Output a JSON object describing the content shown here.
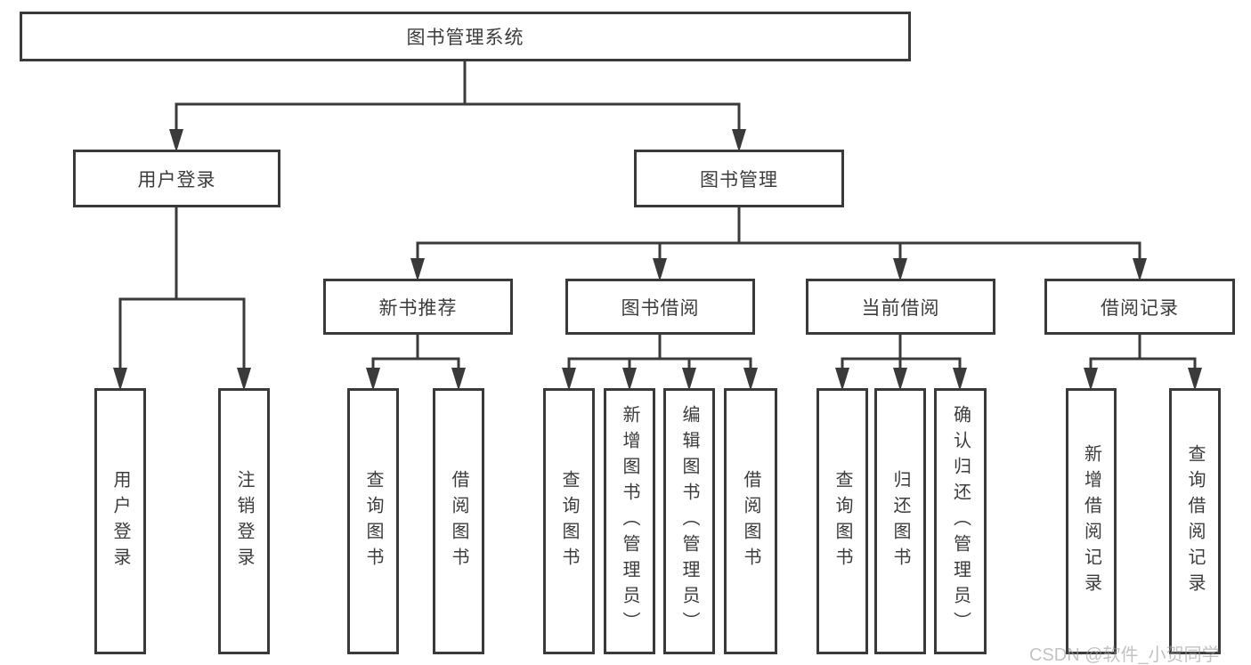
{
  "colors": {
    "line": "#3a3a3a",
    "text": "#3c3c3c",
    "box_background": "#ffffff",
    "watermark": "#b5b5b5"
  },
  "watermark": {
    "text": "CSDN @软件_小贺同学"
  },
  "tree": {
    "root": {
      "label": "图书管理系统"
    },
    "branches": [
      {
        "label": "用户登录",
        "children": [
          {
            "label": "用户登录"
          },
          {
            "label": "注销登录"
          }
        ]
      },
      {
        "label": "图书管理",
        "groups": [
          {
            "label": "新书推荐",
            "children": [
              {
                "label": "查询图书"
              },
              {
                "label": "借阅图书"
              }
            ]
          },
          {
            "label": "图书借阅",
            "children": [
              {
                "label": "查询图书"
              },
              {
                "label": "新增图书（管理员）"
              },
              {
                "label": "编辑图书（管理员）"
              },
              {
                "label": "借阅图书"
              }
            ]
          },
          {
            "label": "当前借阅",
            "children": [
              {
                "label": "查询图书"
              },
              {
                "label": "归还图书"
              },
              {
                "label": "确认归还（管理员）"
              }
            ]
          },
          {
            "label": "借阅记录",
            "children": [
              {
                "label": "新增借阅记录"
              },
              {
                "label": "查询借阅记录"
              }
            ]
          }
        ]
      }
    ]
  }
}
